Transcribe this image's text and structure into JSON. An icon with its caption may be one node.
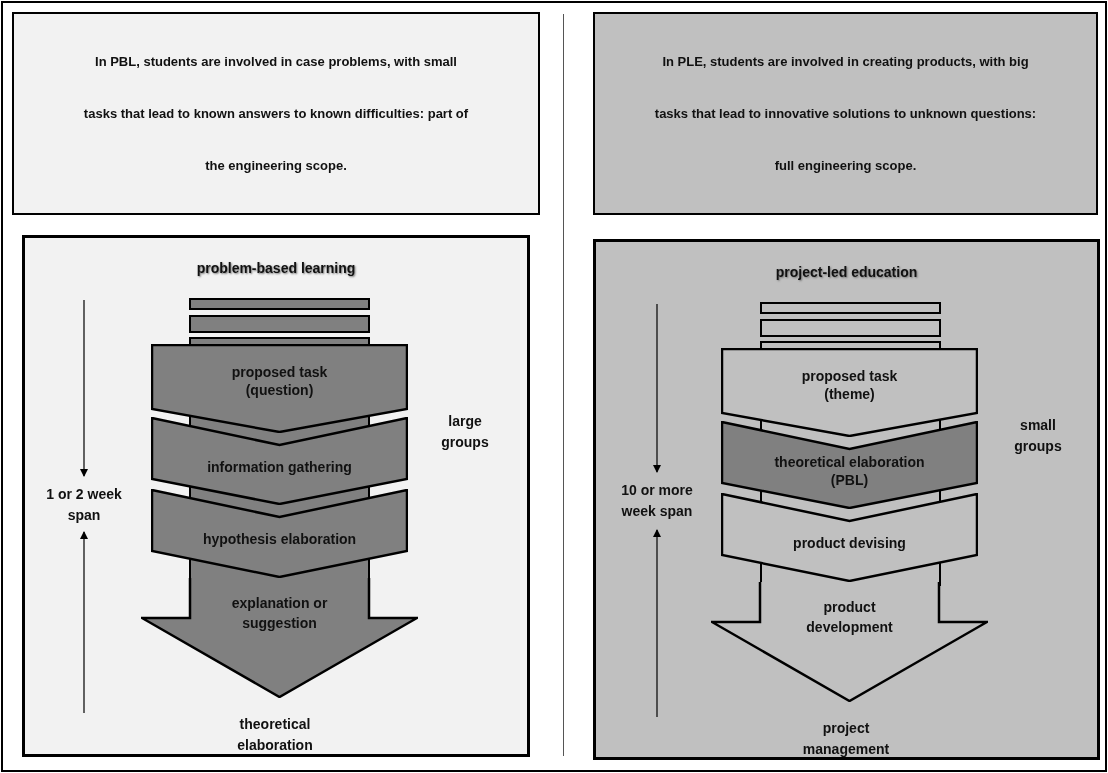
{
  "diagram": {
    "nodes": [
      {
        "text": [
          "In PBL, students are involved in case problems, with small tasks that lead to known answers to known difficulties: part of the engineering scope."
        ]
      },
      {
        "text": [
          "problem-based learning"
        ]
      },
      {
        "text": [
          "proposed task (question)"
        ],
        "in": 1
      },
      {
        "text": [
          "information gathering"
        ],
        "in": 1
      },
      {
        "text": [
          "hypothesis elaboration"
        ],
        "in": 1
      },
      {
        "text": [
          "explanation or suggestion"
        ],
        "in": 1
      },
      {
        "text": [
          "In PLE, students are involved in creating products, with big tasks that lead to innovative solutions to unknown questions: full engineering scope."
        ]
      },
      {
        "text": [
          "project-led education"
        ]
      },
      {
        "text": [
          "proposed task (theme)"
        ],
        "in": 7
      },
      {
        "text": [
          "theoretical elaboration (PBL)"
        ],
        "in": 7
      },
      {
        "text": [
          "product devising"
        ],
        "in": 7
      },
      {
        "text": [
          "product development"
        ],
        "in": 7
      }
    ],
    "labels": [
      "1 or 2 week span",
      "large groups",
      "theoretical elaboration",
      "10 or more week span",
      "small groups",
      "project management"
    ]
  }
}
